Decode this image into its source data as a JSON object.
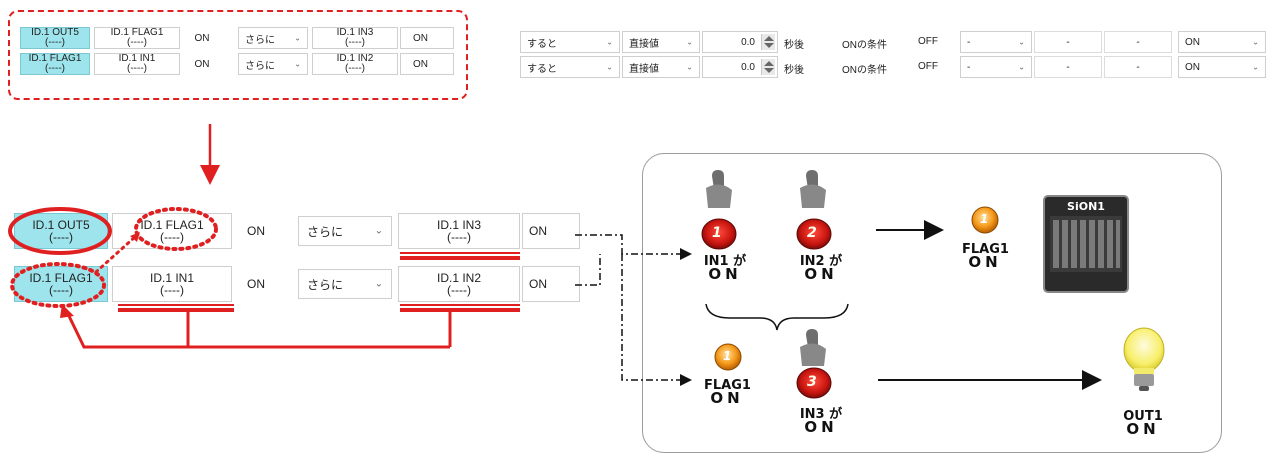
{
  "top_rows": [
    {
      "device": {
        "line1": "ID.1 OUT5",
        "line2": "(----)"
      },
      "cond1": {
        "line1": "ID.1 FLAG1",
        "line2": "(----)"
      },
      "state1": "ON",
      "conj": "さらに",
      "cond2": {
        "line1": "ID.1 IN3",
        "line2": "(----)"
      },
      "state2": "ON"
    },
    {
      "device": {
        "line1": "ID.1 FLAG1",
        "line2": "(----)"
      },
      "cond1": {
        "line1": "ID.1 IN1",
        "line2": "(----)"
      },
      "state1": "ON",
      "conj": "さらに",
      "cond2": {
        "line1": "ID.1 IN2",
        "line2": "(----)"
      },
      "state2": "ON"
    }
  ],
  "right_rows": [
    {
      "then": "すると",
      "value_type": "直接値",
      "delay": "0.0",
      "delay_unit": "秒後",
      "cond_label": "ONの条件",
      "cond_value": "OFF",
      "opt1": "-",
      "dash1": "-",
      "dash2": "-",
      "result": "ON"
    },
    {
      "then": "すると",
      "value_type": "直接値",
      "delay": "0.0",
      "delay_unit": "秒後",
      "cond_label": "ONの条件",
      "cond_value": "OFF",
      "opt1": "-",
      "dash1": "-",
      "dash2": "-",
      "result": "ON"
    }
  ],
  "diagram": {
    "in1": {
      "num": "1",
      "line1": "IN1 が",
      "line2": "ON"
    },
    "in2": {
      "num": "2",
      "line1": "IN2 が",
      "line2": "ON"
    },
    "flag_top": {
      "num": "1",
      "line1": "FLAG1",
      "line2": "ON"
    },
    "device_name": "SiON1",
    "flag_bottom": {
      "num": "1",
      "line1": "FLAG1",
      "line2": "ON"
    },
    "in3": {
      "num": "3",
      "line1": "IN3 が",
      "line2": "ON"
    },
    "out1": {
      "line1": "OUT1",
      "line2": "ON"
    }
  },
  "colors": {
    "accent_red": "#e02020",
    "device_cell": "#9ee4ec",
    "lamp_orange": "#f59a1a",
    "button_red": "#d8201e"
  },
  "icons": [
    "dropdown-arrow-icon",
    "spinner-icon",
    "finger-press-icon",
    "red-button-icon",
    "orange-lamp-icon",
    "light-bulb-icon",
    "sion-device-icon"
  ]
}
